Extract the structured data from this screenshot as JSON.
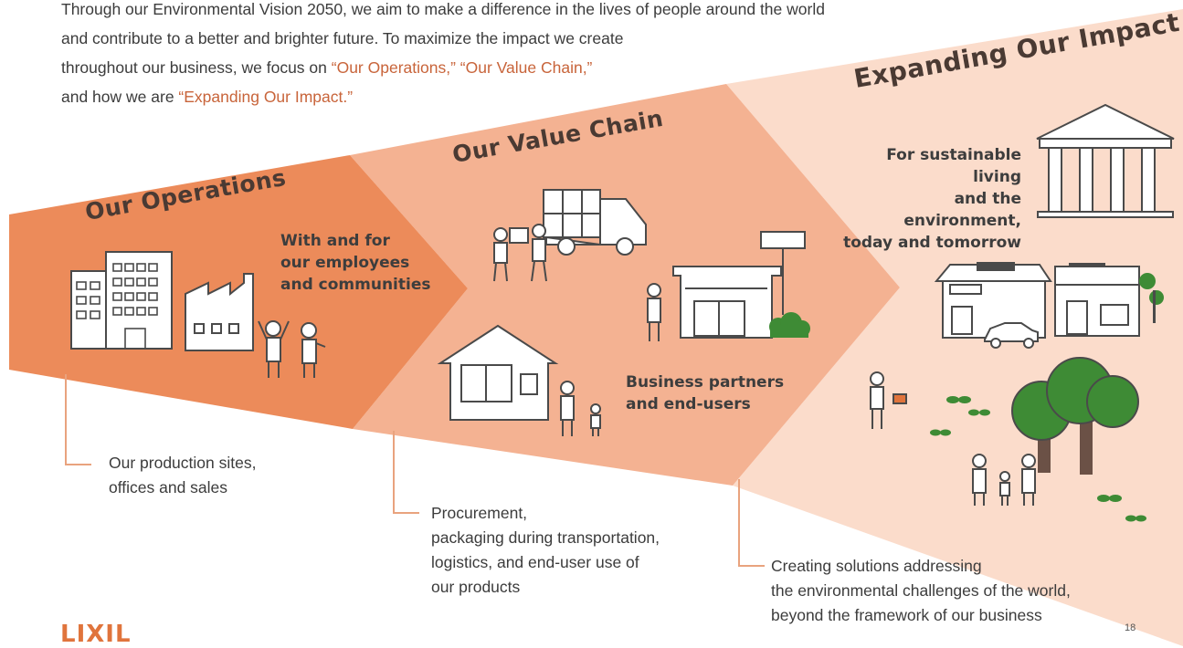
{
  "intro": {
    "line1": "Through our Environmental Vision 2050, we aim to make a difference in the lives of people around the world",
    "line2": "and contribute to a better and brighter future. To maximize the impact we create",
    "line3_prefix": "throughout our business, we focus on ",
    "line3_hl1": "“Our Operations,”",
    "line3_hl2": "“Our Value Chain,”",
    "line4_prefix": "and how we are ",
    "line4_hl": "“Expanding Our Impact.”"
  },
  "sections": {
    "operations": {
      "title": "Our Operations",
      "subtitle": [
        "With and for",
        "our employees",
        "and communities"
      ],
      "description": [
        "Our production sites,",
        "offices and sales"
      ]
    },
    "value_chain": {
      "title": "Our Value Chain",
      "subtitle": [
        "Business partners",
        "and end-users"
      ],
      "description": [
        "Procurement,",
        "packaging during transportation,",
        "logistics, and end-user use of",
        "our products"
      ]
    },
    "impact": {
      "title": "Expanding Our Impact",
      "subtitle": [
        "For sustainable living",
        "and the environment,",
        "today and tomorrow"
      ],
      "description": [
        "Creating solutions addressing",
        "the environmental challenges of the world,",
        "beyond the framework of our business"
      ]
    }
  },
  "colors": {
    "operations": "#ec8b5a",
    "value_chain": "#f4b292",
    "impact": "#fbdccb",
    "accent_text": "#c8643a",
    "line": "#e9a37e"
  },
  "footer": {
    "logo": "LIXIL",
    "page": "18"
  }
}
